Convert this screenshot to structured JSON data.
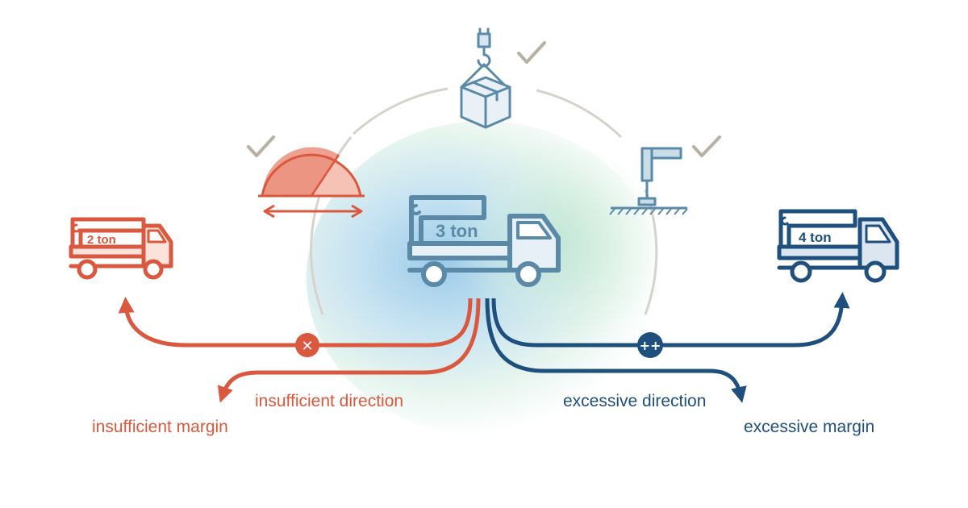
{
  "center_truck": {
    "label": "3 ton"
  },
  "left_truck": {
    "label": "2 ton"
  },
  "right_truck": {
    "label": "4 ton"
  },
  "labels": {
    "insufficient_direction": "insufficient direction",
    "insufficient_margin": "insufficient margin",
    "excessive_direction": "excessive direction",
    "excessive_margin": "excessive margin"
  },
  "markers": {
    "insufficient": "✕",
    "excessive": "++"
  },
  "colors": {
    "insufficient": "#d9583e",
    "excessive": "#1f4f7d",
    "center": "#5a8aa8",
    "check": "#b8b0a4",
    "arc": "#d6d2cc"
  }
}
